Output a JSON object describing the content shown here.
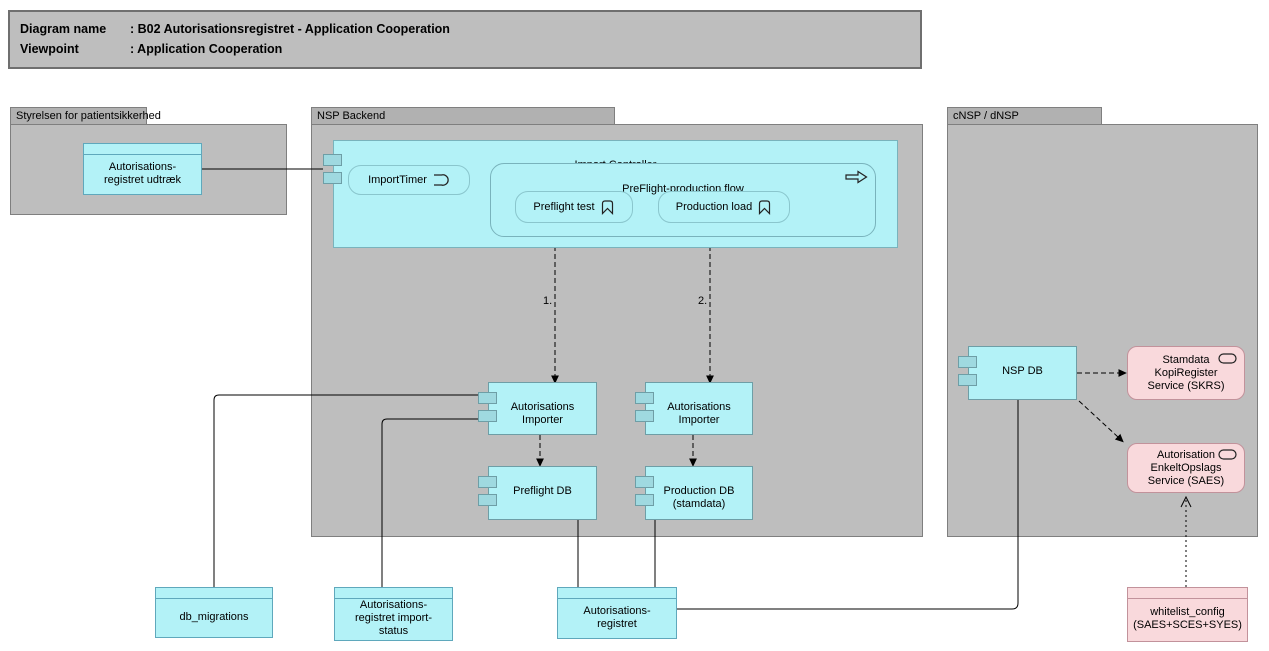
{
  "title": {
    "rows": [
      {
        "label": "Diagram name",
        "value": ": B02 Autorisationsregistret - Application Cooperation"
      },
      {
        "label": "Viewpoint",
        "value": ": Application Cooperation"
      }
    ]
  },
  "groups": {
    "styrelsen": "Styrelsen for patientsikkerhed",
    "nsp_backend": "NSP Backend",
    "cnsp": "cNSP / dNSP"
  },
  "nodes": {
    "udtraek": "Autorisations-\nregistret udtræk",
    "import_controller": "Import Controller",
    "import_timer": "ImportTimer",
    "flow": "PreFlight-production flow",
    "preflight_test": "Preflight test",
    "production_load": "Production load",
    "importer_preflight": "Autorisations\nImporter",
    "importer_production": "Autorisations\nImporter",
    "preflight_db": "Preflight DB",
    "production_db": "Production DB\n(stamdata)",
    "nsp_db": "NSP DB",
    "skrs": "Stamdata\nKopiRegister\nService (SKRS)",
    "saes": "Autorisation\nEnkeltOpslags\nService (SAES)",
    "db_migrations": "db_migrations",
    "import_status": "Autorisations-\nregistret import-\nstatus",
    "aut_registret": "Autorisations-\nregistret",
    "whitelist": "whitelist_config\n(SAES+SCES+SYES)"
  },
  "flow_labels": {
    "step1": "1.",
    "step2": "2."
  },
  "colors": {
    "component_fill": "#b3f2f7",
    "service_fill": "#f9d9dc",
    "group_fill": "#bebebe",
    "port_fill": "#9fd9e0",
    "line": "#000000"
  }
}
